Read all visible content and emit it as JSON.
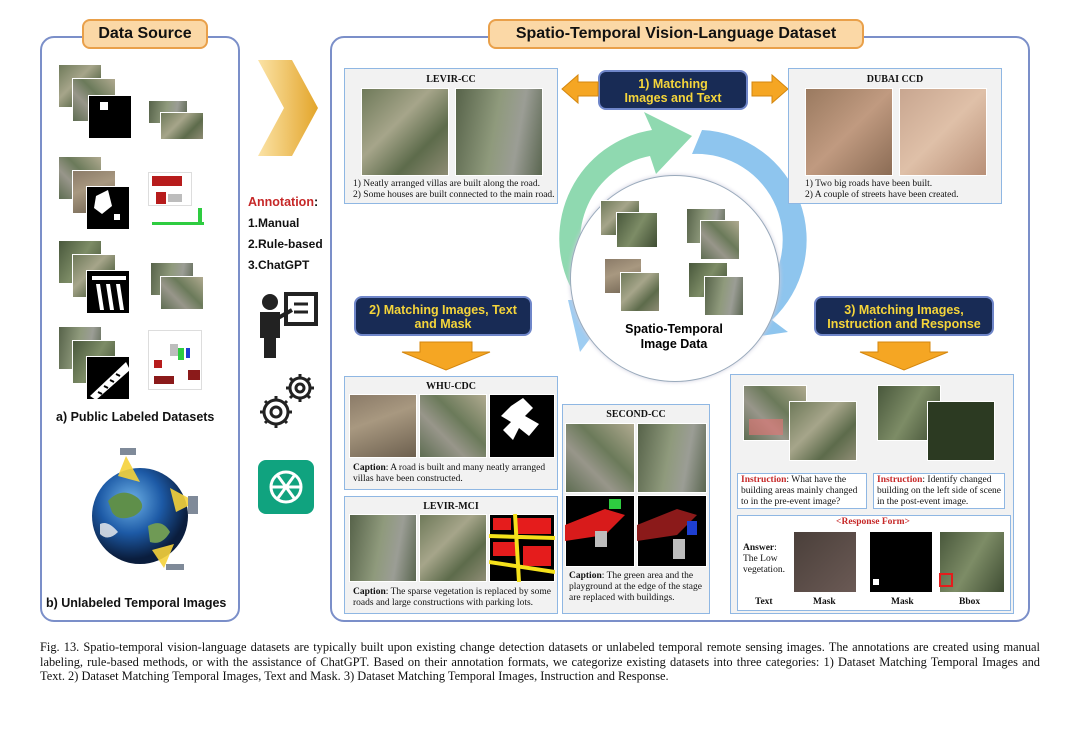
{
  "left_panel": {
    "title": "Data Source",
    "label_a": "a)  Public Labeled Datasets",
    "label_b": "b)  Unlabeled Temporal Images"
  },
  "annotation": {
    "heading": "Annotation",
    "colon": ":",
    "items": [
      "1.Manual",
      "2.Rule-based",
      "3.ChatGPT"
    ],
    "icons": [
      "presenter-icon",
      "gears-icon",
      "chatgpt-icon"
    ]
  },
  "main_panel": {
    "title": "Spatio-Temporal Vision-Language Dataset"
  },
  "badges": {
    "b1": "1) Matching Images and Text",
    "b2": "2) Matching Images, Text and Mask",
    "b3": "3) Matching Images, Instruction and Response"
  },
  "center": {
    "label": "Spatio-Temporal Image Data"
  },
  "levir_cc": {
    "title": "LEVIR-CC",
    "cap1": "1) Neatly arranged villas are built along the road.",
    "cap2": "2) Some houses are built connected to the main road."
  },
  "dubai_ccd": {
    "title": "DUBAI CCD",
    "cap1": "1) Two big roads have been built.",
    "cap2": "2) A couple of streets have been created."
  },
  "whu_cdc": {
    "title": "WHU-CDC",
    "cap_label": "Caption",
    "cap_text": ": A road is built and many neatly arranged villas have been constructed."
  },
  "levir_mci": {
    "title": "LEVIR-MCI",
    "cap_label": "Caption",
    "cap_text": ": The sparse vegetation is replaced by some roads and large constructions with parking lots."
  },
  "second_cc": {
    "title": "SECOND-CC",
    "cap_label": "Caption",
    "cap_text": ": The green area and the playground at the edge of the stage are replaced with buildings."
  },
  "instruct": {
    "inst_label": "Instruction",
    "inst1": ": What have the building areas mainly changed to in the pre-event image?",
    "inst2": ": Identify changed building on the left side of scene in the post-event image.",
    "response_form": "<Response Form>",
    "answer_label": "Answer",
    "answer_text": ": The Low vegetation.",
    "cols": [
      "Text",
      "Mask",
      "Mask",
      "Bbox"
    ]
  },
  "figure_caption": "Fig. 13.  Spatio-temporal vision-language datasets are typically built upon existing change detection datasets or unlabeled temporal remote sensing images. The annotations are created using manual labeling, rule-based methods, or with the assistance of ChatGPT. Based on their annotation formats, we categorize existing datasets into three categories: 1) Dataset Matching Temporal Images and Text. 2) Dataset Matching Temporal Images, Text and Mask. 3) Dataset Matching Temporal Images, Instruction and Response.",
  "colors": {
    "panel_border": "#7b8fc9",
    "title_fill": "#fbd8a6",
    "badge_fill": "#182b55",
    "badge_text": "#f5d53a",
    "arrow_orange": "#f5a623",
    "green_arc": "#8fd9b0",
    "blue_arc": "#8ec5ee",
    "annotation_red": "#c62828",
    "chatgpt_green": "#10a37f"
  }
}
